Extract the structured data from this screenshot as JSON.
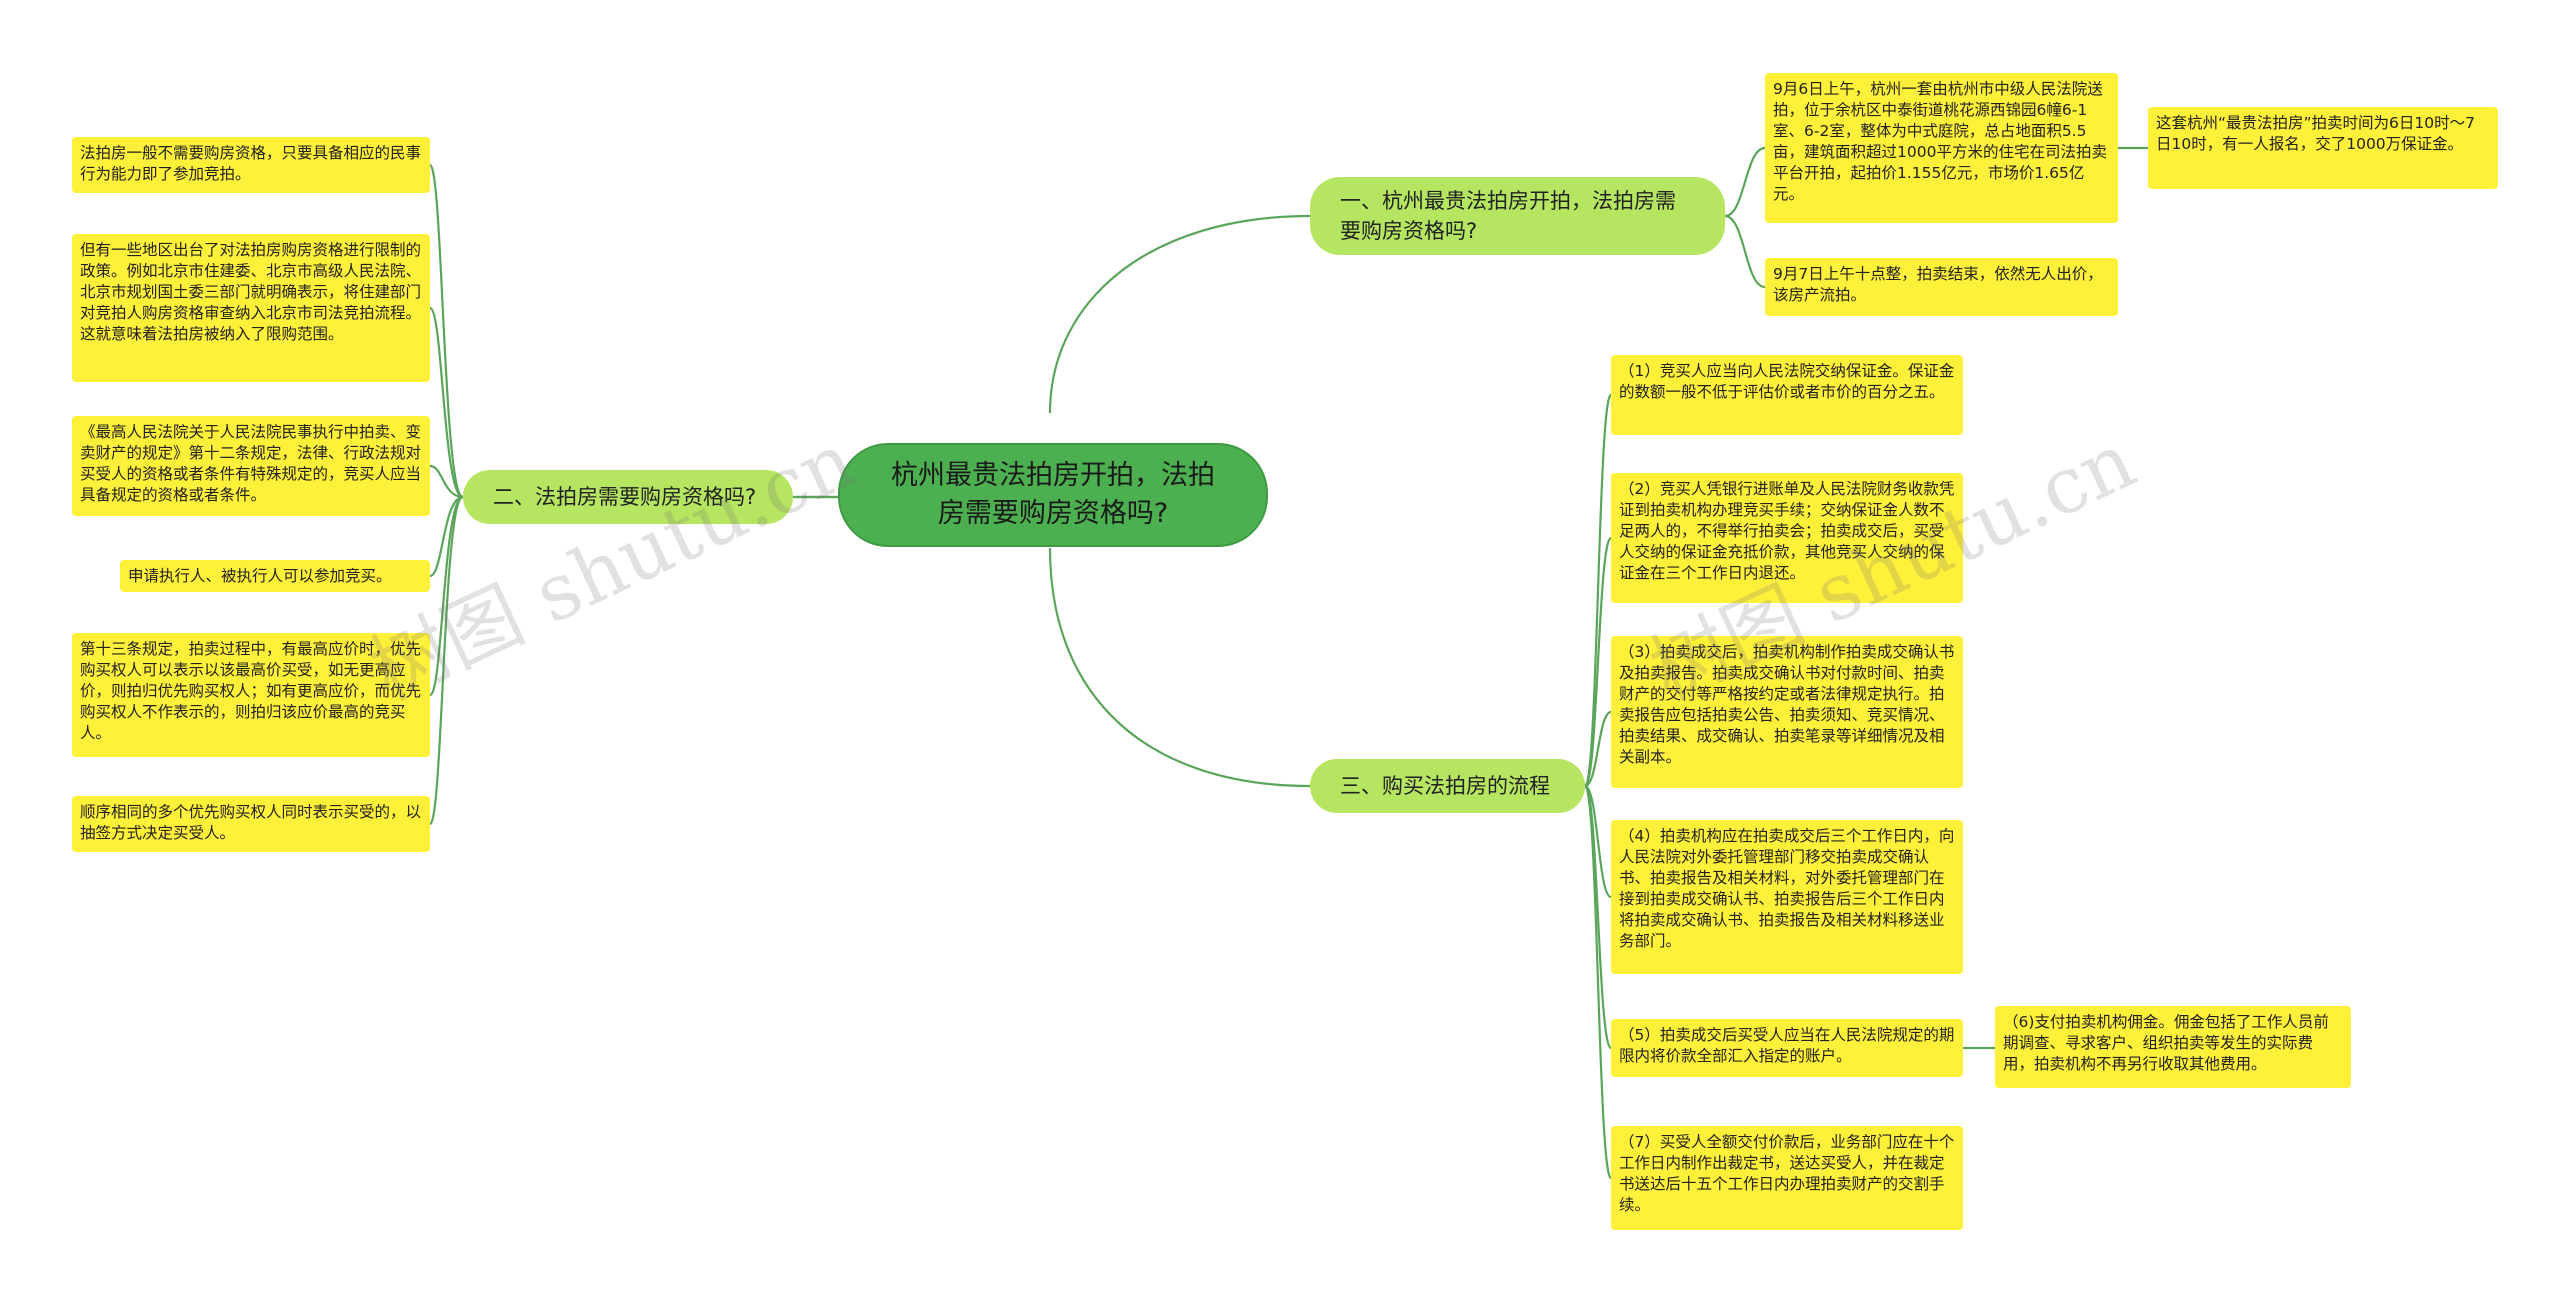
{
  "root": {
    "title": "杭州最贵法拍房开拍，法拍房需要购房资格吗?"
  },
  "branches": {
    "b1": {
      "label": "一、杭州最贵法拍房开拍，法拍房需要购房资格吗?"
    },
    "b2": {
      "label": "二、法拍房需要购房资格吗?"
    },
    "b3": {
      "label": "三、购买法拍房的流程"
    }
  },
  "b1_items": [
    "9月6日上午，杭州一套由杭州市中级人民法院送拍，位于余杭区中泰街道桃花源西锦园6幢6-1室、6-2室，整体为中式庭院，总占地面积5.5亩，建筑面积超过1000平方米的住宅在司法拍卖平台开拍，起拍价1.155亿元，市场价1.65亿元。",
    "9月7日上午十点整，拍卖结束，依然无人出价，该房产流拍。"
  ],
  "b1_sub": "这套杭州“最贵法拍房”拍卖时间为6日10时～7日10时，有一人报名，交了1000万保证金。",
  "b2_items": [
    "法拍房一般不需要购房资格，只要具备相应的民事行为能力即了参加竞拍。",
    "但有一些地区出台了对法拍房购房资格进行限制的政策。例如北京市住建委、北京市高级人民法院、北京市规划国土委三部门就明确表示，将住建部门对竞拍人购房资格审查纳入北京市司法竞拍流程。这就意味着法拍房被纳入了限购范围。",
    "《最高人民法院关于人民法院民事执行中拍卖、变卖财产的规定》第十二条规定，法律、行政法规对买受人的资格或者条件有特殊规定的，竞买人应当具备规定的资格或者条件。",
    "申请执行人、被执行人可以参加竞买。",
    "第十三条规定，拍卖过程中，有最高应价时，优先购买权人可以表示以该最高价买受，如无更高应价，则拍归优先购买权人；如有更高应价，而优先购买权人不作表示的，则拍归该应价最高的竞买人。",
    "顺序相同的多个优先购买权人同时表示买受的，以抽签方式决定买受人。"
  ],
  "b3_items": [
    "（1）竞买人应当向人民法院交纳保证金。保证金的数额一般不低于评估价或者市价的百分之五。",
    "（2）竞买人凭银行进账单及人民法院财务收款凭证到拍卖机构办理竞买手续；交纳保证金人数不足两人的，不得举行拍卖会；拍卖成交后，买受人交纳的保证金充抵价款，其他竞买人交纳的保证金在三个工作日内退还。",
    "（3）拍卖成交后，拍卖机构制作拍卖成交确认书及拍卖报告。拍卖成交确认书对付款时间、拍卖财产的交付等严格按约定或者法律规定执行。拍卖报告应包括拍卖公告、拍卖须知、竞买情况、拍卖结果、成交确认、拍卖笔录等详细情况及相关副本。",
    "（4）拍卖机构应在拍卖成交后三个工作日内，向人民法院对外委托管理部门移交拍卖成交确认书、拍卖报告及相关材料，对外委托管理部门在接到拍卖成交确认书、拍卖报告后三个工作日内将拍卖成交确认书、拍卖报告及相关材料移送业务部门。",
    "（5）拍卖成交后买受人应当在人民法院规定的期限内将价款全部汇入指定的账户。",
    "（7）买受人全额交付价款后，业务部门应在十个工作日内制作出裁定书，送达买受人，并在裁定书送达后十五个工作日内办理拍卖财产的交割手续。"
  ],
  "b3_sub": "（6)支付拍卖机构佣金。佣金包括了工作人员前期调查、寻求客户、组织拍卖等发生的实际费用，拍卖机构不再另行收取其他费用。",
  "watermarks": [
    "树图 shutu.cn",
    "树图 shutu.cn"
  ],
  "colors": {
    "root": "#4caf50",
    "branch": "#b5e561",
    "leaf": "#fff03a",
    "line": "#5aa55a"
  }
}
